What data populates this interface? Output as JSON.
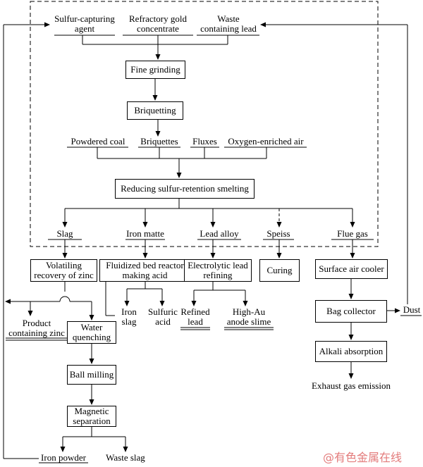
{
  "inputs": {
    "sulfur_agent": "Sulfur-capturing\nagent",
    "gold_concentrate": "Refractory gold\nconcentrate",
    "waste_lead": "Waste\ncontaining lead",
    "powdered_coal": "Powdered coal",
    "briquettes": "Briquettes",
    "fluxes": "Fluxes",
    "oxygen_air": "Oxygen-enriched air"
  },
  "steps": {
    "fine_grinding": "Fine grinding",
    "briquetting": "Briquetting",
    "smelting": "Reducing sulfur-retention smelting",
    "volatilizing": "Volatiling\nrecovery of zinc",
    "fluidized_bed": "Fluidized bed reactor\nmaking acid",
    "electrolytic": "Electrolytic lead\nrefining",
    "curing": "Curing",
    "surface_cooler": "Surface air cooler",
    "water_quenching": "Water\nquenching",
    "bag_collector": "Bag collector",
    "ball_milling": "Ball milling",
    "alkali_absorption": "Alkali absorption",
    "magnetic_separation": "Magnetic\nseparation"
  },
  "products": {
    "slag": "Slag",
    "iron_matte": "Iron matte",
    "lead_alloy": "Lead alloy",
    "speiss": "Speiss",
    "flue_gas": "Flue gas",
    "iron_slag": "Iron\nslag",
    "sulfuric_acid": "Sulfuric\nacid",
    "refined_lead": "Refined\nlead",
    "high_au_slime": "High-Au\nanode slime",
    "product_zinc": "Product\ncontaining zinc",
    "dust": "Dust",
    "exhaust": "Exhaust gas emission",
    "iron_powder": "Iron powder",
    "waste_slag": "Waste slag"
  },
  "watermark": "@有色金属在线"
}
